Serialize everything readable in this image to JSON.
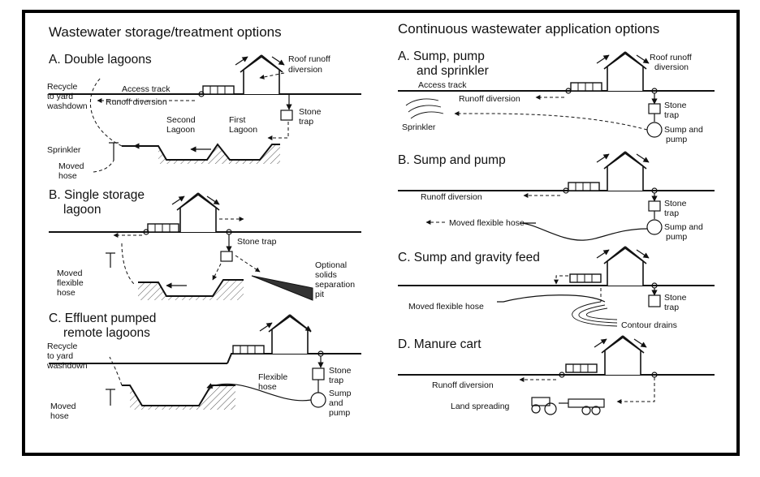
{
  "left": {
    "title": "Wastewater storage/treatment options",
    "a": {
      "heading": "A. Double lagoons",
      "roof_runoff": "Roof runoff",
      "diversion": "diversion",
      "access_track": "Access track",
      "runoff_diversion": "Runoff diversion",
      "recycle_1": "Recycle",
      "recycle_2": "to yard",
      "recycle_3": "washdown",
      "stone_1": "Stone",
      "stone_2": "trap",
      "second_1": "Second",
      "second_2": "Lagoon",
      "first_1": "First",
      "first_2": "Lagoon",
      "sprinkler": "Sprinkler",
      "moved_1": "Moved",
      "moved_2": "hose"
    },
    "b": {
      "heading_1": "B. Single storage",
      "heading_2": "lagoon",
      "stone_trap": "Stone trap",
      "moved_1": "Moved",
      "moved_2": "flexible",
      "moved_3": "hose",
      "optional_1": "Optional",
      "optional_2": "solids",
      "optional_3": "separation",
      "optional_4": "pit"
    },
    "c": {
      "heading_1": "C. Effluent pumped",
      "heading_2": "remote lagoons",
      "recycle_1": "Recycle",
      "recycle_2": "to yard",
      "recycle_3": "washdown",
      "flexible_1": "Flexible",
      "flexible_2": "hose",
      "stone_1": "Stone",
      "stone_2": "trap",
      "sump_1": "Sump",
      "sump_2": "and",
      "sump_3": "pump",
      "moved_1": "Moved",
      "moved_2": "hose"
    }
  },
  "right": {
    "title": "Continuous wastewater application options",
    "a": {
      "heading_1": "A. Sump, pump",
      "heading_2": "and sprinkler",
      "roof_runoff": "Roof runoff",
      "diversion": "diversion",
      "access_track": "Access track",
      "runoff_diversion": "Runoff diversion",
      "stone_1": "Stone",
      "stone_2": "trap",
      "sump_1": "Sump and",
      "sump_2": "pump",
      "sprinkler": "Sprinkler"
    },
    "b": {
      "heading": "B. Sump and pump",
      "runoff_diversion": "Runoff diversion",
      "stone_1": "Stone",
      "stone_2": "trap",
      "moved": "Moved flexible hose",
      "sump_1": "Sump and",
      "sump_2": "pump"
    },
    "c": {
      "heading": "C. Sump and gravity feed",
      "moved": "Moved flexible hose",
      "stone_1": "Stone",
      "stone_2": "trap",
      "contour": "Contour drains"
    },
    "d": {
      "heading": "D. Manure cart",
      "runoff_diversion": "Runoff diversion",
      "land": "Land spreading"
    }
  }
}
